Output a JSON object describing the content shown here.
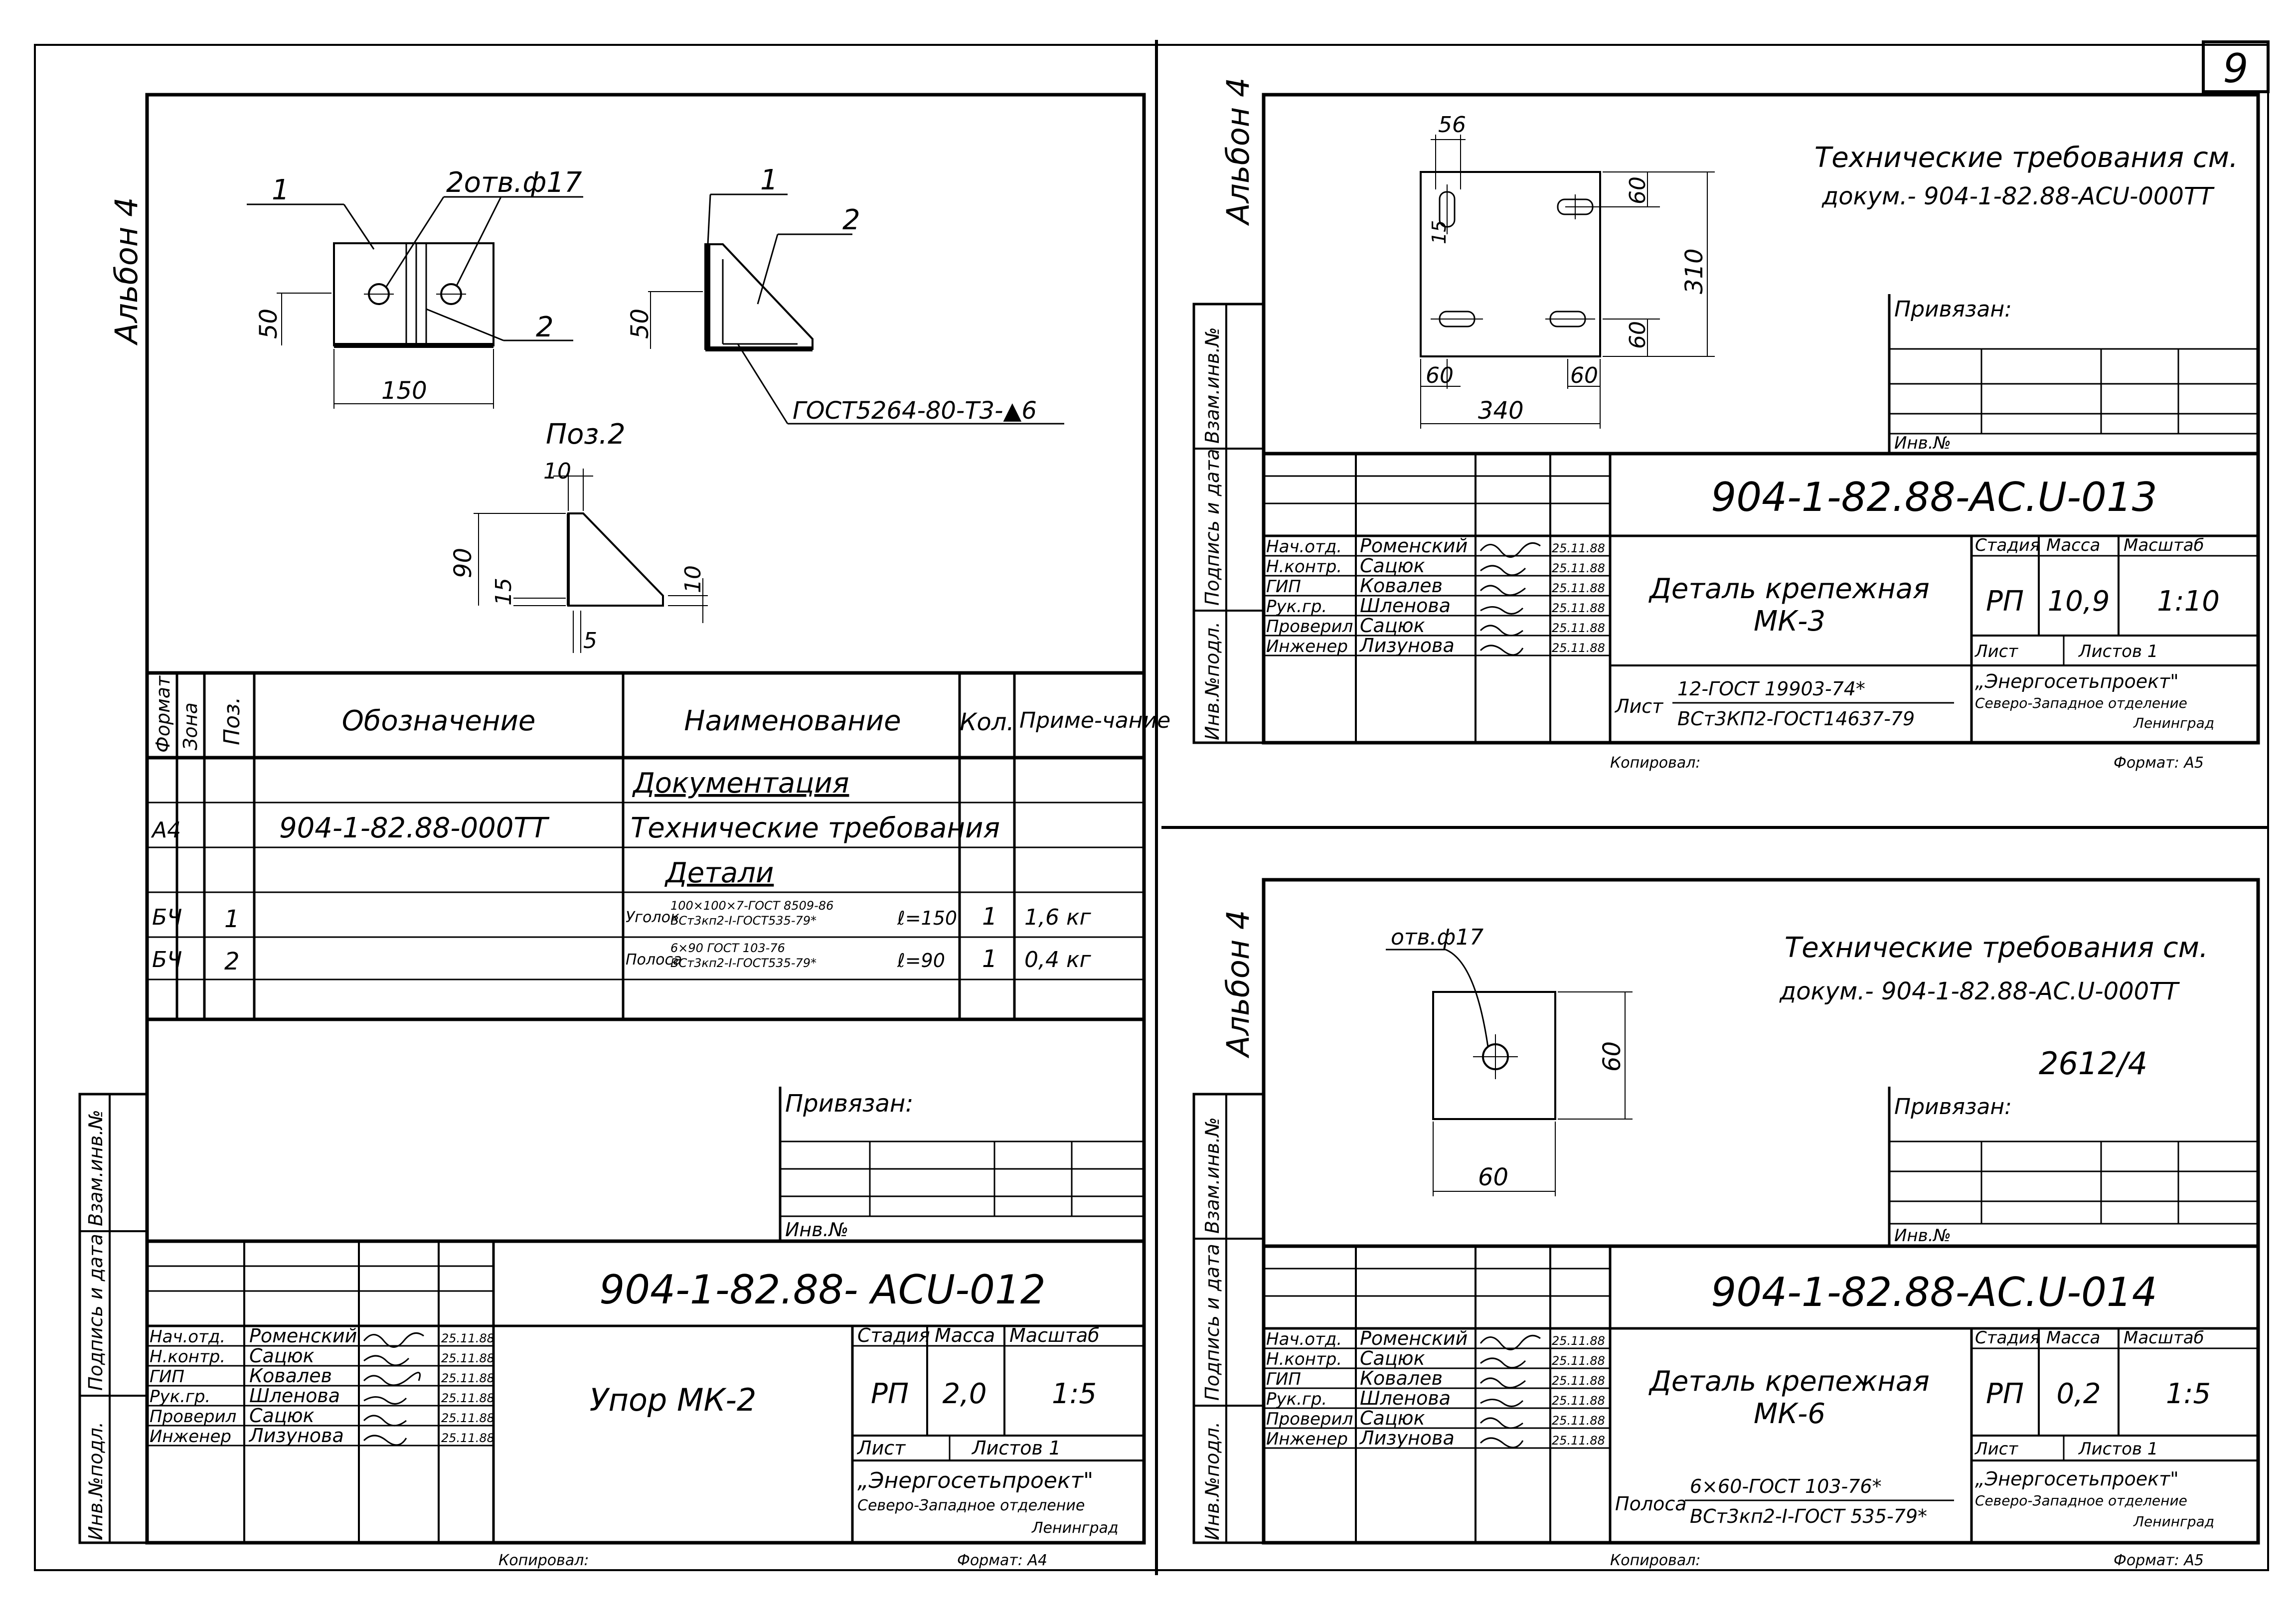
{
  "page": {
    "sheet_number": "9",
    "album_label": "Альбон 4",
    "side_labels": [
      "Инв.№подл.",
      "Подпись и дата",
      "Взам.инв.№"
    ]
  },
  "left": {
    "callouts": [
      "1",
      "2отв.ф17",
      "2",
      "1",
      "2"
    ],
    "dims": [
      "50",
      "150",
      "50",
      "10",
      "90",
      "15",
      "10",
      "5"
    ],
    "weld": "ГОСТ5264-80-Т3-▲6",
    "pos2": "Поз.2",
    "spec": {
      "headers": [
        "Формат",
        "Зона",
        "Поз.",
        "Обозначение",
        "Наименование",
        "Кол.",
        "Приме-чание"
      ],
      "rows": [
        {
          "format": "",
          "pos": "",
          "oboz": "",
          "name": "Документация",
          "qty": "",
          "note": ""
        },
        {
          "format": "А4",
          "pos": "",
          "oboz": "904-1-82.88-000ТТ",
          "name": "Технические требования",
          "qty": "",
          "note": ""
        },
        {
          "format": "",
          "pos": "",
          "oboz": "",
          "name": "Детали",
          "qty": "",
          "note": ""
        },
        {
          "format": "БЧ",
          "pos": "1",
          "oboz": "",
          "name_a": "Уголок",
          "name_b": "100×100×7-ГОСТ 8509-86",
          "name_c": "ВСт3кп2-I-ГОСТ535-79*",
          "name_d": "ℓ=150",
          "qty": "1",
          "note": "1,6 кг"
        },
        {
          "format": "БЧ",
          "pos": "2",
          "oboz": "",
          "name_a": "Полоса",
          "name_b": "6×90 ГОСТ 103-76",
          "name_c": "ВСт3кп2-I-ГОСТ535-79*",
          "name_d": "ℓ=90",
          "qty": "1",
          "note": "0,4 кг"
        }
      ]
    },
    "privyazan": "Привязан:",
    "inv": "Инв.№",
    "code": "904-1-82.88- АСU-012",
    "title": "Упор МК-2",
    "roles": [
      "Нач.отд.",
      "Н.контр.",
      "ГИП",
      "Рук.гр.",
      "Проверил",
      "Инженер"
    ],
    "names": [
      "Роменский",
      "Сацюк",
      "Ковалев",
      "Шленова",
      "Сацюк",
      "Лизунова"
    ],
    "dates": [
      "25.11.88",
      "25.11.88",
      "25.11.88",
      "25.11.88",
      "25.11.88",
      "25.11.88"
    ],
    "stage_head": [
      "Стадия",
      "Масса",
      "Масштаб"
    ],
    "stage_vals": [
      "РП",
      "2,0",
      "1:5"
    ],
    "list": "Лист",
    "listov": "Листов 1",
    "org1": "„Энергосетьпроект\"",
    "org2": "Северо-Западное отделение",
    "org3": "Ленинград",
    "kopir": "Копировал:",
    "format": "Формат: А4"
  },
  "r1": {
    "tech1": "Технические требования см.",
    "tech2": "докум.- 904-1-82.88-АСU-000ТТ",
    "dims": [
      "56",
      "60",
      "15",
      "310",
      "60",
      "60",
      "60",
      "340"
    ],
    "privyazan": "Привязан:",
    "inv": "Инв.№",
    "code": "904-1-82.88-АС.U-013",
    "title1": "Деталь крепежная",
    "title2": "МК-3",
    "stage_vals": [
      "РП",
      "10,9",
      "1:10"
    ],
    "mat_prefix": "Лист",
    "mat1": "12-ГОСТ 19903-74*",
    "mat2": "ВСт3КП2-ГОСТ14637-79",
    "kopir": "Копировал:",
    "format": "Формат: А5"
  },
  "r2": {
    "hole": "отв.ф17",
    "tech1": "Технические требования см.",
    "tech2": "докум.- 904-1-82.88-АС.U-000ТТ",
    "handwritten": "2612/4",
    "dims": [
      "60",
      "60"
    ],
    "privyazan": "Привязан:",
    "inv": "Инв.№",
    "code": "904-1-82.88-АС.U-014",
    "title1": "Деталь крепежная",
    "title2": "МК-6",
    "stage_vals": [
      "РП",
      "0,2",
      "1:5"
    ],
    "mat_prefix": "Полоса",
    "mat1": "6×60-ГОСТ 103-76*",
    "mat2": "ВСт3кп2-I-ГОСТ 535-79*",
    "kopir": "Копировал:",
    "format": "Формат: А5"
  }
}
